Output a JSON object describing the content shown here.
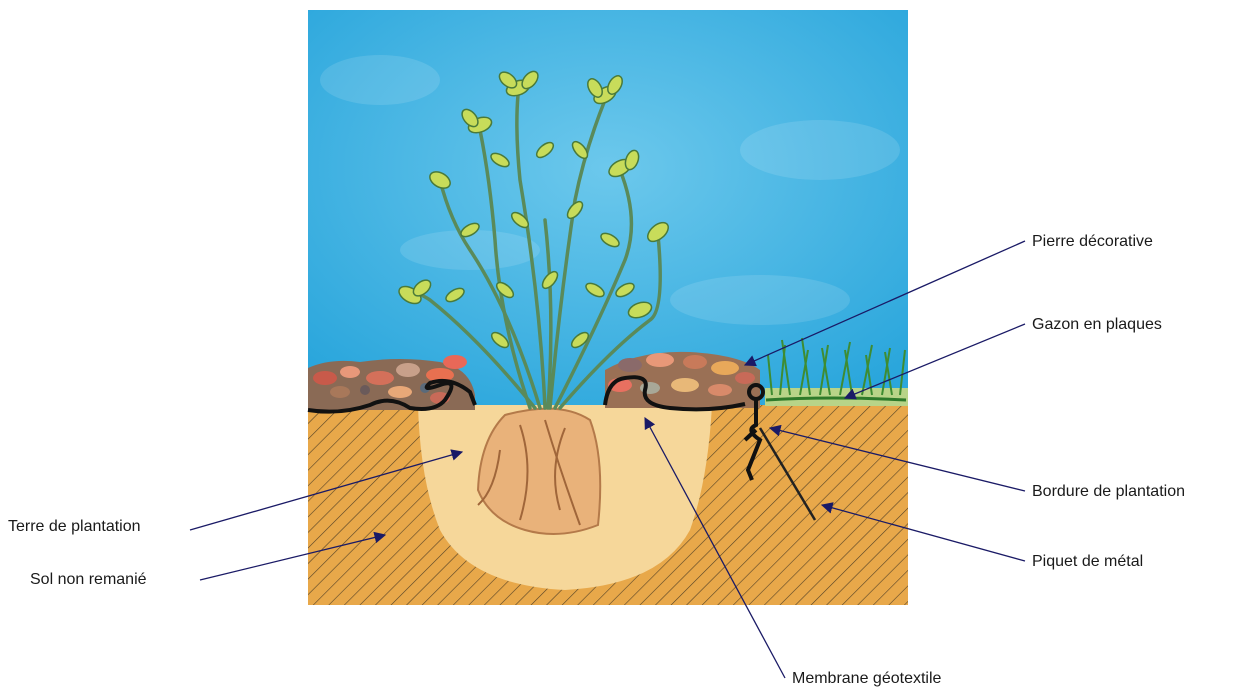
{
  "labels": {
    "pierre": "Pierre décorative",
    "gazon": "Gazon en plaques",
    "bordure": "Bordure de plantation",
    "piquet": "Piquet de métal",
    "terre": "Terre de plantation",
    "sol": "Sol non remanié",
    "membrane": "Membrane géotextile"
  },
  "colors": {
    "sky": "#39b4e4",
    "soil": "#e8a84a",
    "planting_soil": "#f6d79a",
    "leader_line": "#1a1a66",
    "stems": "#5a8a5a",
    "leaves": "#c8dc5a",
    "grass": "#4a9a3a",
    "edging": "#111111"
  }
}
